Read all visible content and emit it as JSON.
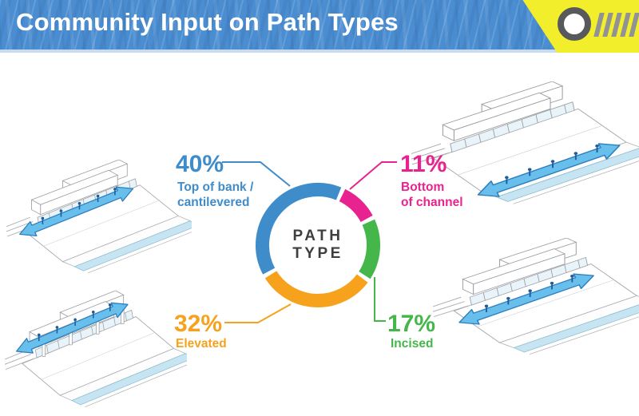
{
  "header": {
    "title": "Community Input on Path Types",
    "bg_color": "#4a8dd0",
    "accent_yellow": "#f2ee2c",
    "logo_icons": [
      "ring-icon",
      "tally-bars-icon"
    ],
    "tally_bar_count": 5
  },
  "chart_data": {
    "type": "pie",
    "subtype": "donut",
    "title": "PATH TYPE",
    "center_lines": [
      "PATH",
      "TYPE"
    ],
    "start_angle_deg": 240,
    "gap_deg": 4,
    "legend_position": "callouts-around-ring",
    "slices": [
      {
        "label": "Top of bank / cantilevered",
        "label_lines": [
          "Top of bank /",
          "cantilevered"
        ],
        "pct_label": "40%",
        "value": 40,
        "color": "#3f8ccb"
      },
      {
        "label": "Bottom of channel",
        "label_lines": [
          "Bottom",
          "of channel"
        ],
        "pct_label": "11%",
        "value": 11,
        "color": "#e8238f"
      },
      {
        "label": "Incised",
        "label_lines": [
          "Incised"
        ],
        "pct_label": "17%",
        "value": 17,
        "color": "#45b649"
      },
      {
        "label": "Elevated",
        "label_lines": [
          "Elevated"
        ],
        "pct_label": "32%",
        "value": 32,
        "color": "#f6a21c"
      }
    ]
  },
  "illustrations": {
    "top_left": "Channel cross-section with path at top of bank / cantilevered",
    "top_right": "Channel cross-section with path at bottom of channel",
    "bottom_left": "Channel cross-section with elevated path",
    "bottom_right": "Channel cross-section with incised path"
  }
}
